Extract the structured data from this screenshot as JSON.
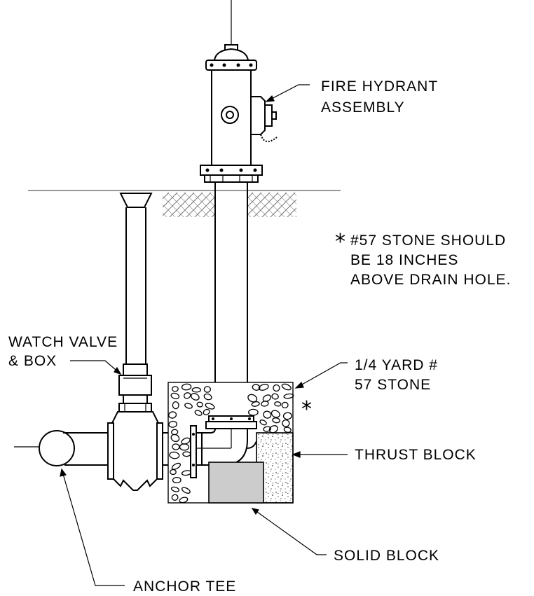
{
  "labels": {
    "fire_hydrant_line1": "FIRE HYDRANT",
    "fire_hydrant_line2": "ASSEMBLY",
    "note_line1": "#57 STONE SHOULD",
    "note_line2": "BE 18 INCHES",
    "note_line3": "ABOVE DRAIN HOLE.",
    "note_marker": "*",
    "watch_valve_line1": "WATCH VALVE",
    "watch_valve_line2": "& BOX",
    "stone_line1": "1/4 YARD #",
    "stone_line2": "57 STONE",
    "stone_marker": "*",
    "thrust_block": "THRUST BLOCK",
    "solid_block": "SOLID BLOCK",
    "anchor_tee": "ANCHOR TEE"
  },
  "colors": {
    "line": "#000000",
    "ground": "#888888",
    "solid_block_fill": "#cccccc",
    "background": "#ffffff"
  }
}
